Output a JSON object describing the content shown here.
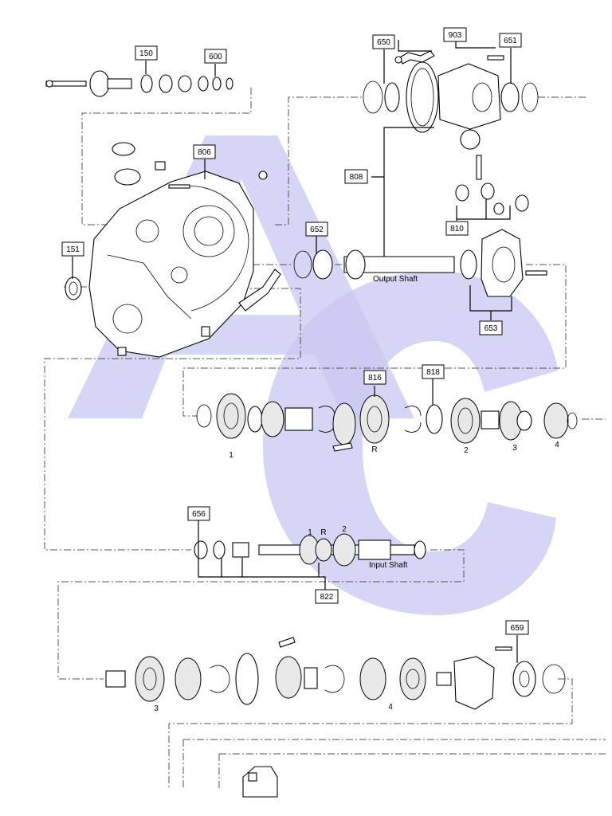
{
  "callouts": [
    {
      "id": "c150",
      "text": "150"
    },
    {
      "id": "c600",
      "text": "600"
    },
    {
      "id": "c806",
      "text": "806"
    },
    {
      "id": "c151",
      "text": "151"
    },
    {
      "id": "c650",
      "text": "650"
    },
    {
      "id": "c903",
      "text": "903"
    },
    {
      "id": "c651",
      "text": "651"
    },
    {
      "id": "c808",
      "text": "808"
    },
    {
      "id": "c810",
      "text": "810"
    },
    {
      "id": "c652",
      "text": "652"
    },
    {
      "id": "c653",
      "text": "653"
    },
    {
      "id": "c816",
      "text": "816"
    },
    {
      "id": "c818",
      "text": "818"
    },
    {
      "id": "c656",
      "text": "656"
    },
    {
      "id": "c822",
      "text": "822"
    },
    {
      "id": "c659",
      "text": "659"
    }
  ],
  "labels": {
    "output_shaft": "Output Shaft",
    "input_shaft": "Input Shaft",
    "og_1": "1",
    "og_r": "R",
    "og_2": "2",
    "og_3": "3",
    "og_4": "4",
    "ig_1": "1",
    "ig_r": "R",
    "ig_2": "2",
    "lg_3": "3",
    "lg_4": "4"
  },
  "watermark": {
    "text": "AC",
    "color": "#c9c9f2"
  }
}
